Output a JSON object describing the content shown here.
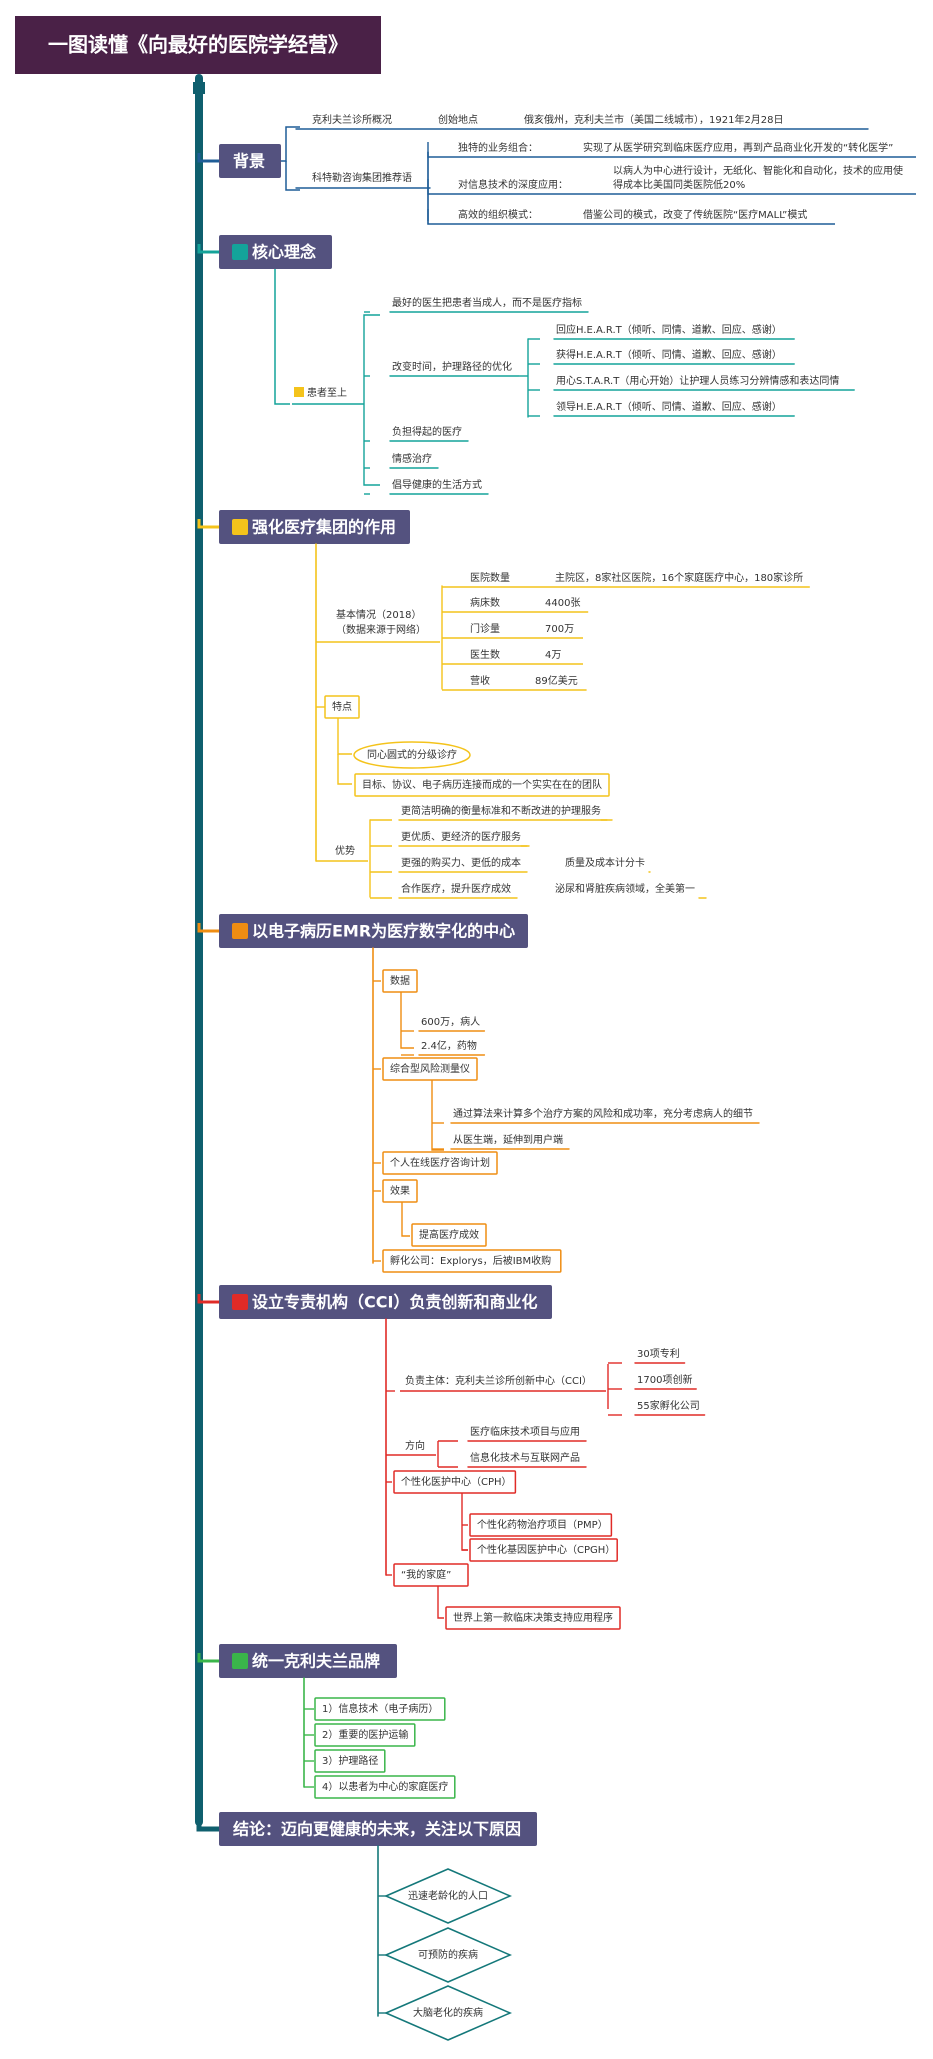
{
  "title": "一图读懂《向最好的医院学经营》",
  "colors": {
    "title_bg": "#4a2147",
    "header_bg": "#54527f",
    "spine": "#0f5f6e",
    "background": "#1f5d97",
    "core": "#14a39a",
    "group": "#f4c31b",
    "emr": "#ef8d12",
    "cci": "#e02b27",
    "brand": "#3ab54a",
    "conclusion": "#14787a"
  },
  "sections": {
    "background": {
      "title": "背景",
      "overview": {
        "label": "克利夫兰诊所概况",
        "key": "创始地点",
        "value": "俄亥俄州，克利夫兰市（美国二线城市），1921年2月28日"
      },
      "consult": {
        "label": "科特勒咨询集团推荐语",
        "items": [
          {
            "k": "独特的业务组合：",
            "v": [
              "实现了从医学研究到临床医疗应用，再到产品商业化开发的“转化医学”"
            ]
          },
          {
            "k": "对信息技术的深度应用：",
            "v": [
              "以病人为中心进行设计，无纸化、智能化和自动化，技术的应用使",
              "得成本比美国同类医院低20%"
            ]
          },
          {
            "k": "高效的组织模式：",
            "v": [
              "借鉴公司的模式，改变了传统医院“医疗MALL”模式"
            ]
          }
        ]
      }
    },
    "core": {
      "title": "核心理念",
      "icon": "quote-icon",
      "patient": {
        "label": "患者至上",
        "icon": "flag-icon"
      },
      "items": [
        "最好的医生把患者当成人，而不是医疗指标",
        "改变时间，护理路径的优化",
        "负担得起的医疗",
        "情感治疗",
        "倡导健康的生活方式"
      ],
      "care_items": [
        "回应H.E.A.R.T（倾听、同情、道歉、回应、感谢）",
        "获得H.E.A.R.T（倾听、同情、道歉、回应、感谢）",
        "用心S.T.A.R.T（用心开始）让护理人员练习分辨情感和表达同情",
        "领导H.E.A.R.T（倾听、同情、道歉、回应、感谢）"
      ]
    },
    "group": {
      "title": "强化医疗集团的作用",
      "icon": "people-icon",
      "basic": {
        "label1": "基本情况（2018）",
        "label2": "（数据来源于网络）",
        "rows": [
          {
            "k": "医院数量",
            "v": "主院区，8家社区医院，16个家庭医疗中心，180家诊所"
          },
          {
            "k": "病床数",
            "v": "4400张"
          },
          {
            "k": "门诊量",
            "v": "700万"
          },
          {
            "k": "医生数",
            "v": "4万"
          },
          {
            "k": "营收",
            "v": "89亿美元"
          }
        ]
      },
      "features": {
        "label": "特点",
        "items": [
          "同心圆式的分级诊疗",
          "目标、协议、电子病历连接而成的一个实实在在的团队"
        ]
      },
      "advantages": {
        "label": "优势",
        "items": [
          {
            "k": "更简洁明确的衡量标准和不断改进的护理服务",
            "v": ""
          },
          {
            "k": "更优质、更经济的医疗服务",
            "v": ""
          },
          {
            "k": "更强的购买力、更低的成本",
            "v": "质量及成本计分卡"
          },
          {
            "k": "合作医疗，提升医疗成效",
            "v": "泌尿和肾脏疾病领域，全美第一"
          }
        ]
      }
    },
    "emr": {
      "title": "以电子病历EMR为医疗数字化的中心",
      "icon": "heart-icon",
      "data": {
        "label": "数据",
        "items": [
          "600万，病人",
          "2.4亿，药物"
        ]
      },
      "risk": {
        "label": "综合型风险测量仪",
        "items": [
          "通过算法来计算多个治疗方案的风险和成功率，充分考虑病人的细节",
          "从医生端，延伸到用户端"
        ]
      },
      "online": "个人在线医疗咨询计划",
      "effect": {
        "label": "效果",
        "items": [
          "提高医疗成效"
        ]
      },
      "incubate": "孵化公司：Explorys，后被IBM收购"
    },
    "cci": {
      "title": "设立专责机构（CCI）负责创新和商业化",
      "icon": "dollar-icon",
      "subject": {
        "label": "负责主体：克利夫兰诊所创新中心（CCI）",
        "items": [
          "30项专利",
          "1700项创新",
          "55家孵化公司"
        ]
      },
      "direction": {
        "label": "方向",
        "items": [
          "医疗临床技术项目与应用",
          "信息化技术与互联网产品"
        ]
      },
      "cph": {
        "label": "个性化医护中心（CPH）",
        "items": [
          "个性化药物治疗项目（PMP）",
          "个性化基因医护中心（CPGH）"
        ]
      },
      "family": {
        "label": "“我的家庭”",
        "items": [
          "世界上第一款临床决策支持应用程序"
        ]
      }
    },
    "brand": {
      "title": "统一克利夫兰品牌",
      "icon": "thumbs-up-icon",
      "items": [
        "1）信息技术（电子病历）",
        "2）重要的医护运输",
        "3）护理路径",
        "4）以患者为中心的家庭医疗"
      ]
    },
    "conclusion": {
      "title": "结论：迈向更健康的未来，关注以下原因",
      "items": [
        "迅速老龄化的人口",
        "可预防的疾病",
        "大脑老化的疾病"
      ]
    }
  }
}
